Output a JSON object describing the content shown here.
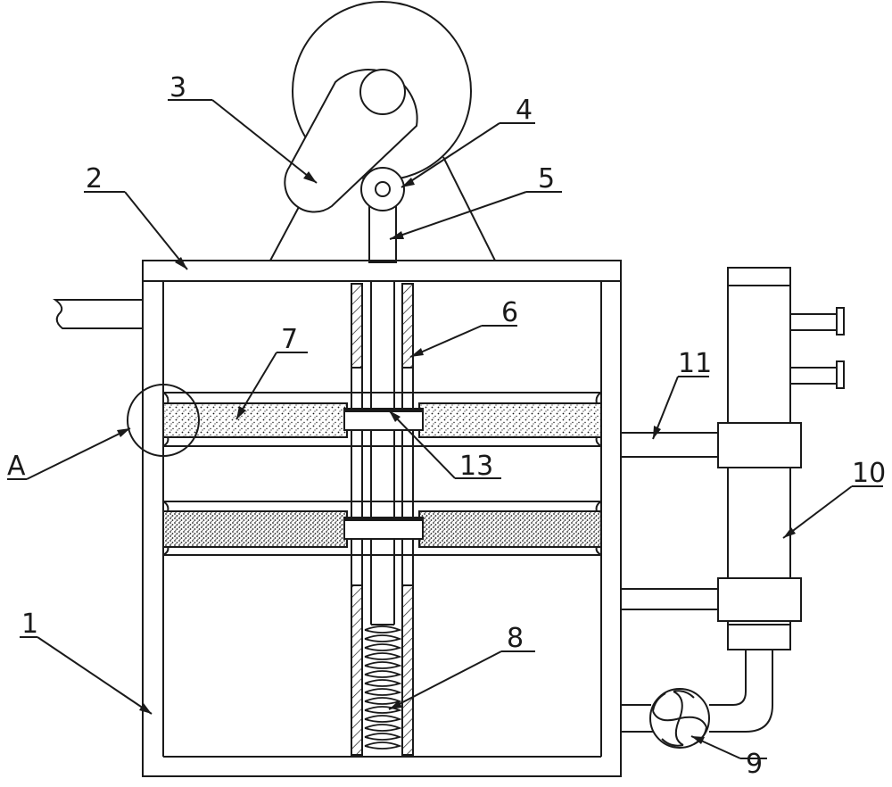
{
  "labels": {
    "l1": "1",
    "l2": "2",
    "l3": "3",
    "l4": "4",
    "l5": "5",
    "l6": "6",
    "l7": "7",
    "l8": "8",
    "l9": "9",
    "l10": "10",
    "l11": "11",
    "l13": "13",
    "lA": "A"
  },
  "colors": {
    "line": "#1a1a1a",
    "background": "#ffffff"
  }
}
